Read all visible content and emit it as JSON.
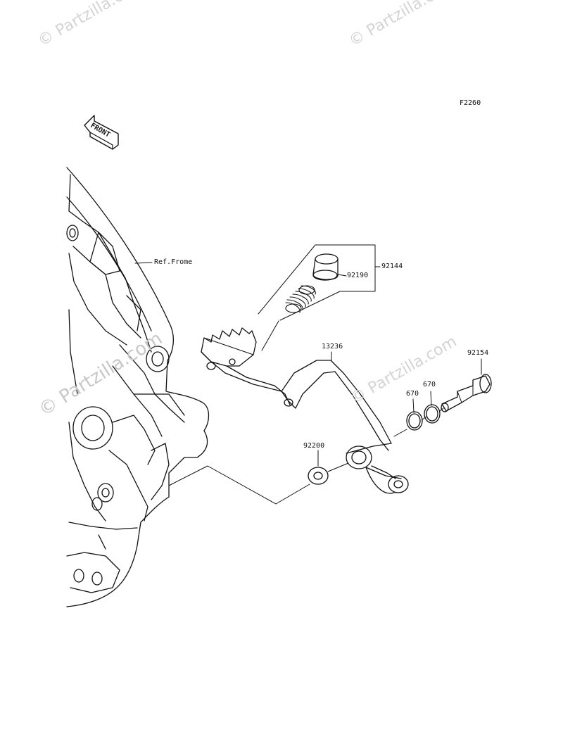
{
  "diagram": {
    "code": "F2260",
    "front_arrow_text": "FRONT",
    "ref_label": "Ref.Frome",
    "parts": {
      "p92144": "92144",
      "p92190": "92190",
      "p13236": "13236",
      "p92154": "92154",
      "p670a": "670",
      "p670b": "670",
      "p92200": "92200"
    },
    "watermarks": [
      "© Partzilla.com",
      "© Partzilla.com",
      "© Partzilla.com",
      "© Partzilla.com"
    ]
  },
  "colors": {
    "line": "#111111",
    "watermark": "#c8c8c8",
    "background": "#ffffff"
  }
}
